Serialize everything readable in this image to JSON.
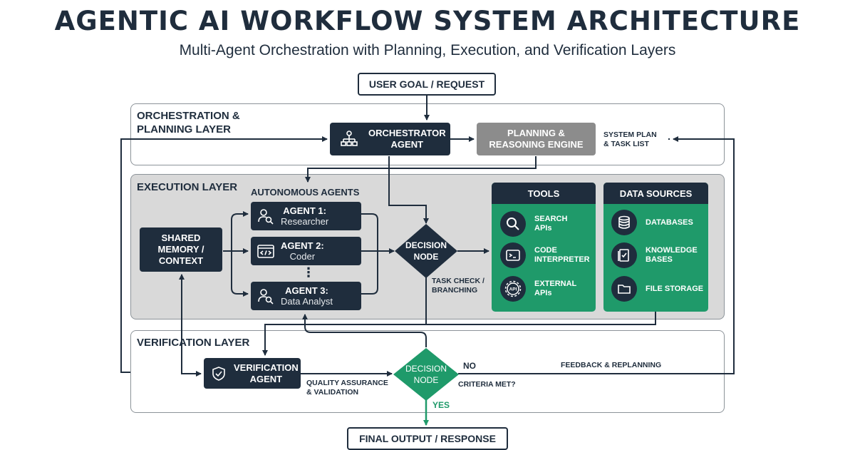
{
  "header": {
    "title": "AGENTIC AI WORKFLOW SYSTEM ARCHITECTURE",
    "subtitle": "Multi-Agent Orchestration with Planning, Execution, and Verification Layers"
  },
  "nodes": {
    "user_goal": "USER GOAL / REQUEST",
    "final_output": "FINAL OUTPUT / RESPONSE"
  },
  "orchestration": {
    "title": "ORCHESTRATION &\nPLANNING LAYER",
    "orchestrator": "ORCHESTRATOR\nAGENT",
    "planning": "PLANNING &\nREASONING ENGINE",
    "plan_note": "SYSTEM PLAN\n& TASK LIST"
  },
  "execution": {
    "title": "EXECUTION LAYER",
    "agents_heading": "AUTONOMOUS AGENTS",
    "shared_memory": "SHARED\nMEMORY /\nCONTEXT",
    "agents": [
      {
        "title": "AGENT 1:",
        "role": "Researcher",
        "icon": "researcher-icon"
      },
      {
        "title": "AGENT 2:",
        "role": "Coder",
        "icon": "code-window-icon"
      },
      {
        "title": "AGENT 3:",
        "role": "Data Analyst",
        "icon": "analyst-icon"
      }
    ],
    "ellipsis": "⋮",
    "decision": "DECISION\nNODE",
    "decision_note": "TASK CHECK /\nBRANCHING",
    "tools": {
      "heading": "TOOLS",
      "items": [
        {
          "label": "SEARCH\nAPIs",
          "icon": "search-icon"
        },
        {
          "label": "CODE\nINTERPRETER",
          "icon": "terminal-icon"
        },
        {
          "label": "EXTERNAL\nAPIs",
          "icon": "api-gear-icon"
        }
      ]
    },
    "data_sources": {
      "heading": "DATA SOURCES",
      "items": [
        {
          "label": "DATABASES",
          "icon": "database-icon"
        },
        {
          "label": "KNOWLEDGE\nBASES",
          "icon": "knowledge-icon"
        },
        {
          "label": "FILE STORAGE",
          "icon": "folder-icon"
        }
      ]
    }
  },
  "verification": {
    "title": "VERIFICATION LAYER",
    "agent": "VERIFICATION\nAGENT",
    "qa_note": "QUALITY ASSURANCE\n& VALIDATION",
    "decision": "DECISION\nNODE",
    "criteria": "CRITERIA MET?",
    "no_label": "NO",
    "yes_label": "YES",
    "feedback": "FEEDBACK & REPLANNING"
  },
  "colors": {
    "navy": "#1f2d3d",
    "green": "#1f9a6a",
    "gray": "#8c8c8c",
    "panel_gray": "#d9d9d9"
  }
}
